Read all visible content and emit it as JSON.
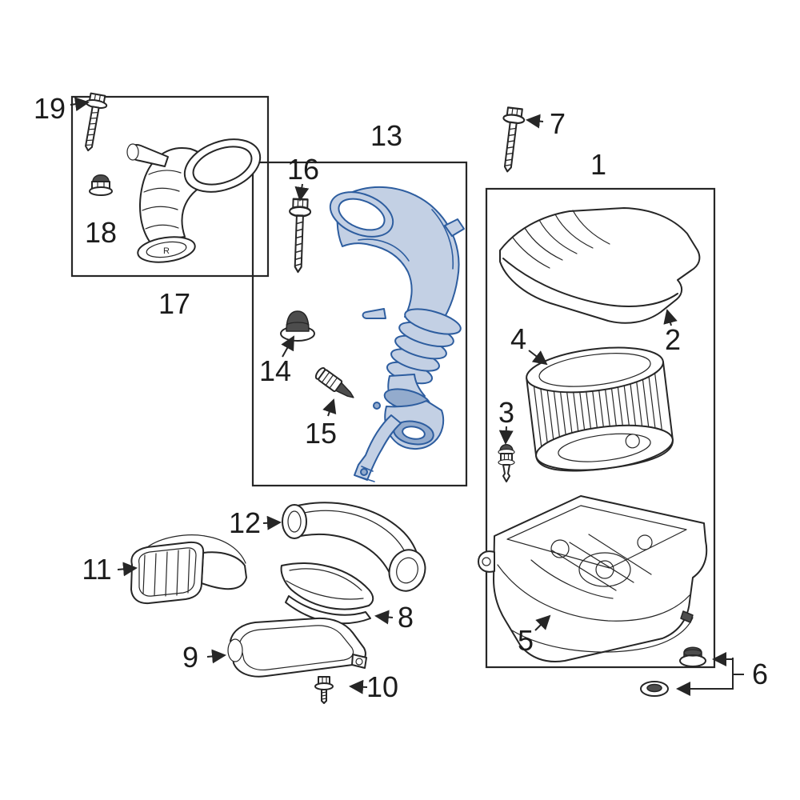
{
  "diagram": {
    "type": "exploded-parts-diagram",
    "subject": "engine-air-intake-and-air-cleaner-assembly",
    "background_color": "#ffffff",
    "line_color": "#262626",
    "highlight_color": "#2d5d9f",
    "highlighted_callout": "13",
    "r_marking": "R",
    "callouts": [
      {
        "id": "1",
        "text": "1",
        "part": "air-cleaner-assembly-group"
      },
      {
        "id": "2",
        "text": "2",
        "part": "air-cleaner-upper-cover"
      },
      {
        "id": "3",
        "text": "3",
        "part": "vent-valve"
      },
      {
        "id": "4",
        "text": "4",
        "part": "air-filter-element"
      },
      {
        "id": "5",
        "text": "5",
        "part": "air-cleaner-lower-housing"
      },
      {
        "id": "6",
        "text": "6",
        "part": "mounting-grommets"
      },
      {
        "id": "7",
        "text": "7",
        "part": "hex-flange-bolt"
      },
      {
        "id": "8",
        "text": "8",
        "part": "air-deflector"
      },
      {
        "id": "9",
        "text": "9",
        "part": "lower-inlet-duct"
      },
      {
        "id": "10",
        "text": "10",
        "part": "screw"
      },
      {
        "id": "11",
        "text": "11",
        "part": "air-inlet-duct"
      },
      {
        "id": "12",
        "text": "12",
        "part": "elbow-air-hose"
      },
      {
        "id": "13",
        "text": "13",
        "part": "air-intake-hose-highlighted"
      },
      {
        "id": "14",
        "text": "14",
        "part": "grommet"
      },
      {
        "id": "15",
        "text": "15",
        "part": "valve-fitting"
      },
      {
        "id": "16",
        "text": "16",
        "part": "hex-flange-bolt"
      },
      {
        "id": "17",
        "text": "17",
        "part": "air-inlet-tube-group"
      },
      {
        "id": "18",
        "text": "18",
        "part": "cap-nut"
      },
      {
        "id": "19",
        "text": "19",
        "part": "hex-flange-bolt"
      }
    ]
  }
}
